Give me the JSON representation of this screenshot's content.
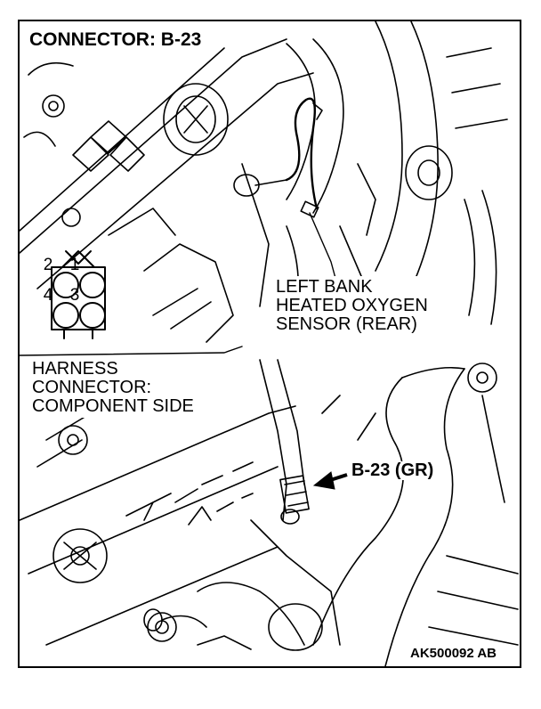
{
  "title": "CONNECTOR: B-23",
  "sensor_label": [
    "LEFT BANK",
    "HEATED OXYGEN",
    "SENSOR (REAR)"
  ],
  "harness_label": [
    "HARNESS",
    "CONNECTOR:",
    "COMPONENT SIDE"
  ],
  "connector_pins": [
    "2",
    "1",
    "4",
    "3"
  ],
  "connector_callout": "B-23 (GR)",
  "reference_code": "AK500092 AB",
  "colors": {
    "line": "#000000",
    "background": "#ffffff"
  }
}
